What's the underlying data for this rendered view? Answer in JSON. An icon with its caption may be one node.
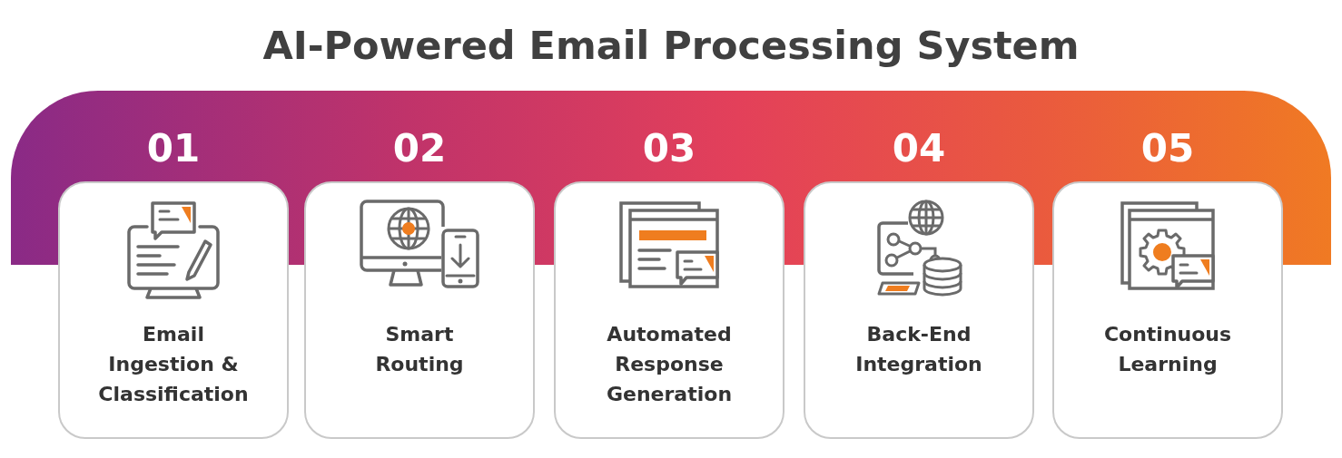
{
  "diagram": {
    "title": "AI-Powered Email Processing System",
    "nodes": [
      {
        "text": [
          "01",
          "Email Ingestion & Classification"
        ]
      },
      {
        "text": [
          "02",
          "Smart Routing"
        ]
      },
      {
        "text": [
          "03",
          "Automated Response Generation"
        ]
      },
      {
        "text": [
          "04",
          "Back-End Integration"
        ]
      },
      {
        "text": [
          "05",
          "Continuous Learning"
        ]
      }
    ]
  }
}
